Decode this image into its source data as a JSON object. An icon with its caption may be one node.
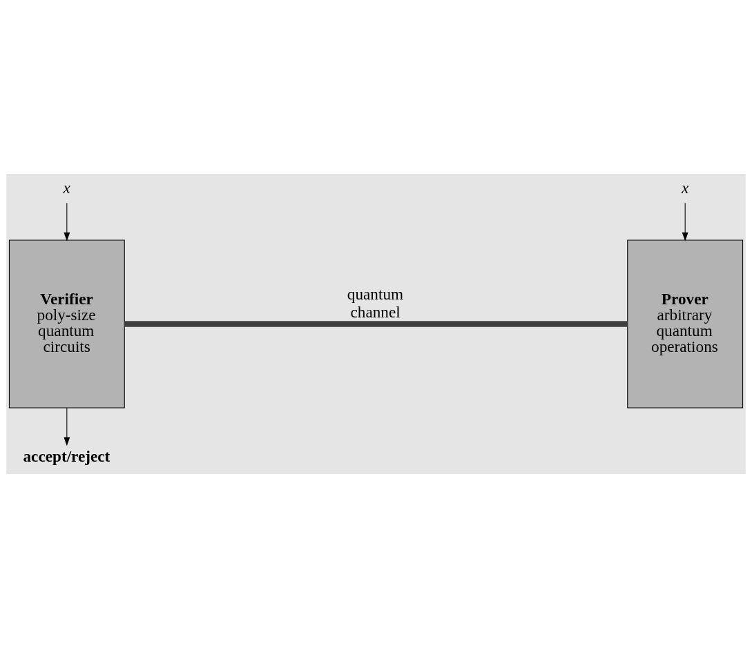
{
  "diagram": {
    "nodes": [
      {
        "text": [
          "x"
        ]
      },
      {
        "text": [
          "x"
        ]
      },
      {
        "text": [
          "Verifier",
          "poly-size quantum circuits"
        ]
      },
      {
        "text": [
          "Prover",
          "arbitrary quantum operations"
        ]
      },
      {
        "text": [
          "accept/reject"
        ]
      }
    ],
    "edges": [
      {
        "from": 0,
        "to": 2,
        "arrow": "to"
      },
      {
        "from": 1,
        "to": 3,
        "arrow": "to"
      },
      {
        "from": 2,
        "to": 3,
        "arrow": "none",
        "label": "quantum channel",
        "style": "thick",
        "color": "#404040"
      },
      {
        "from": 2,
        "to": 4,
        "arrow": "to"
      }
    ]
  }
}
